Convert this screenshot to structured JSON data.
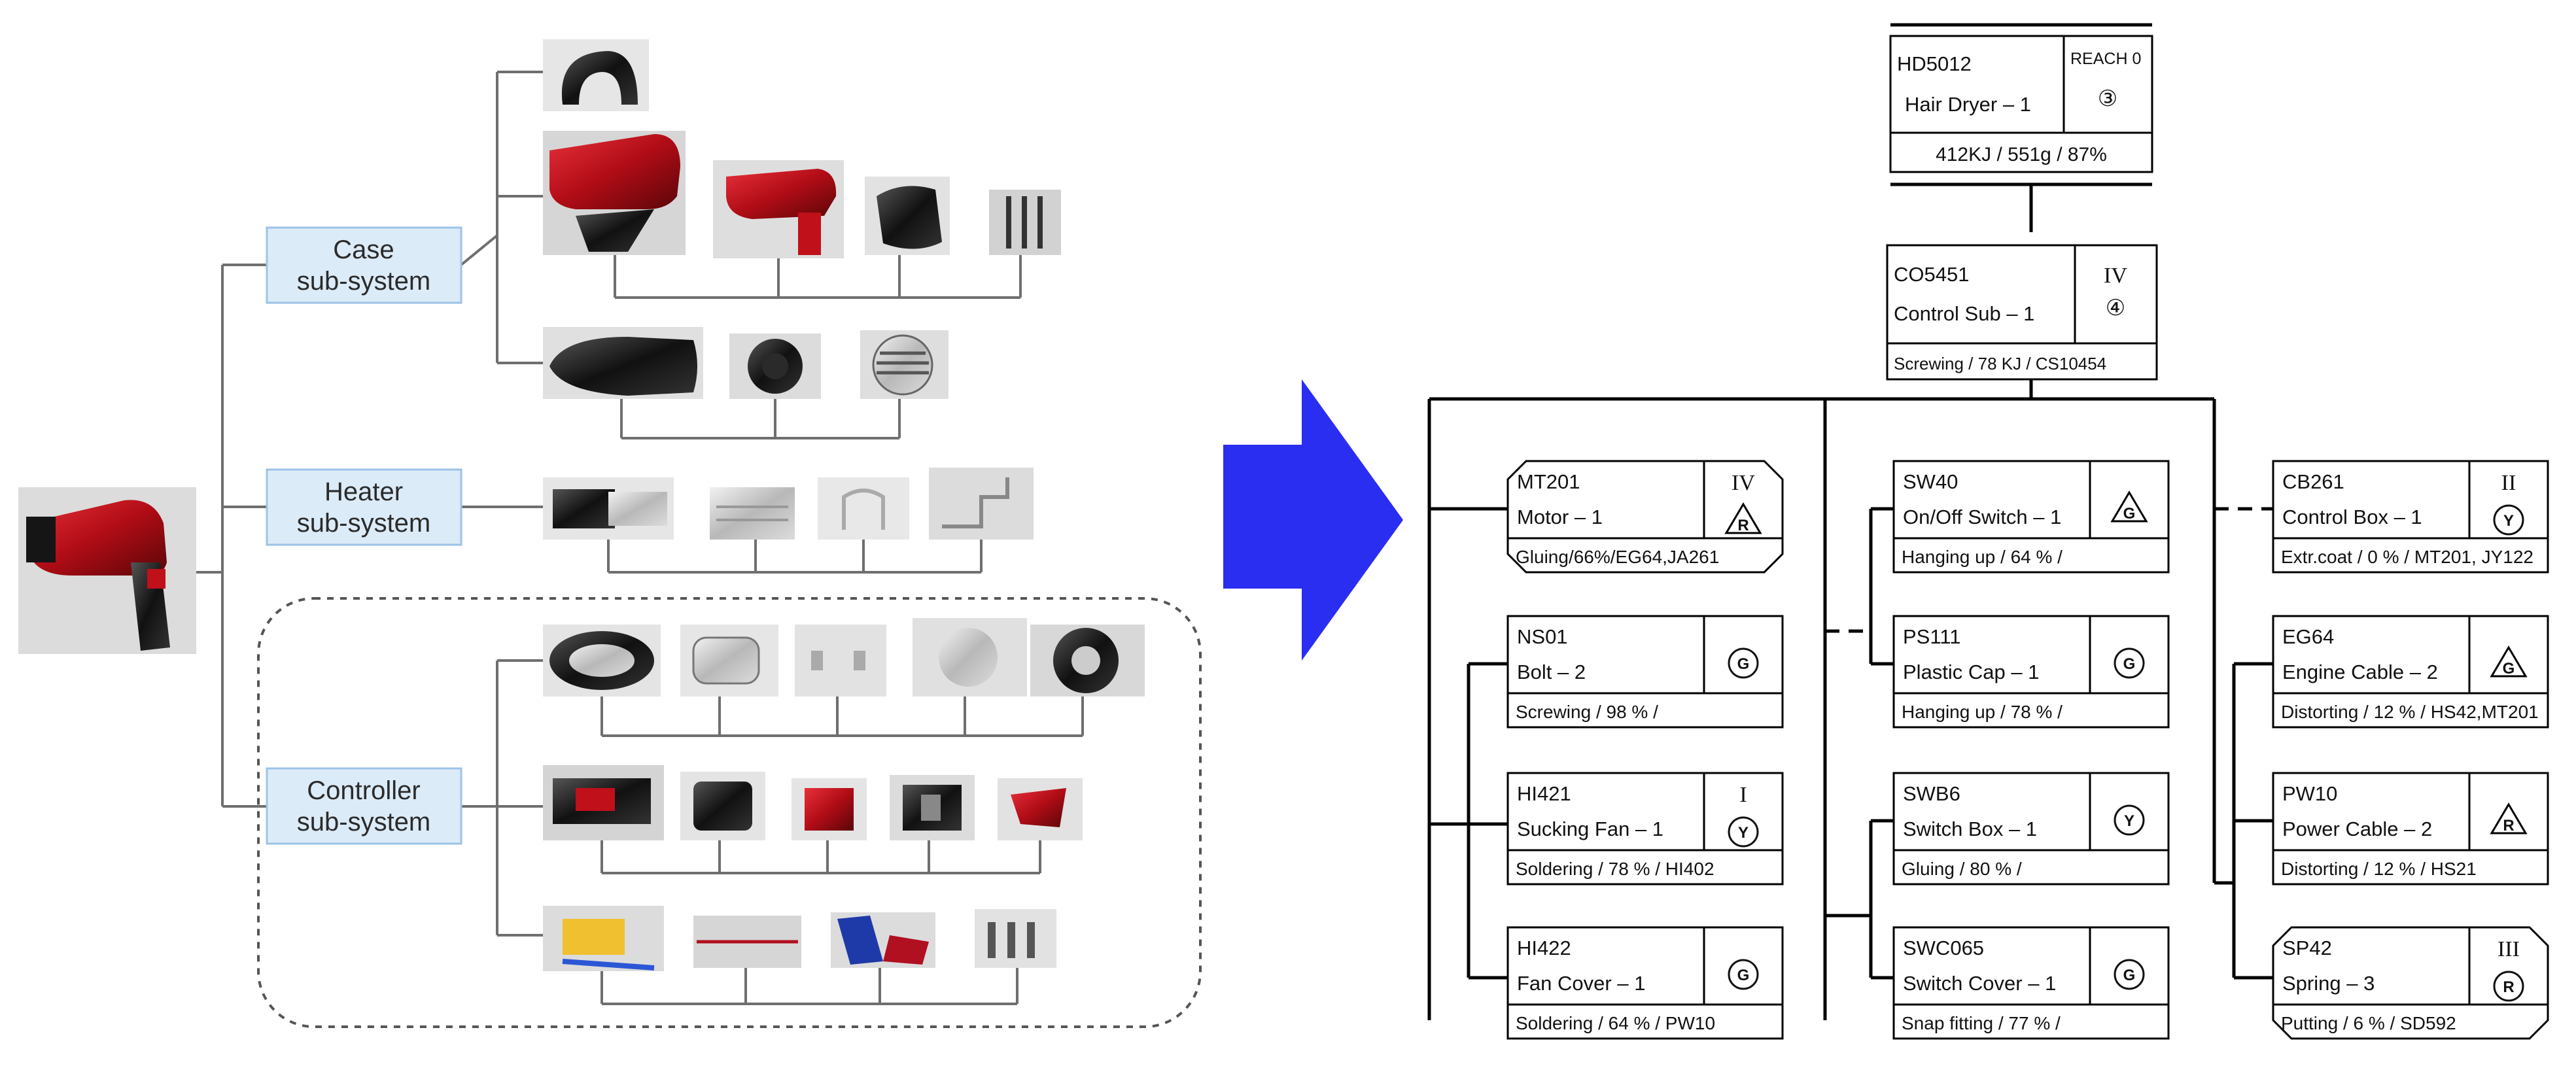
{
  "left_tree": {
    "subsystems": [
      {
        "id": "case",
        "line1": "Case",
        "line2": "sub-system"
      },
      {
        "id": "heater",
        "line1": "Heater",
        "line2": "sub-system"
      },
      {
        "id": "controller",
        "line1": "Controller",
        "line2": "sub-system"
      }
    ]
  },
  "colors": {
    "arrow": "#2a2ef0",
    "subsystem_fill": "#dcebf8",
    "subsystem_border": "#9cc3e6",
    "part_red": "#c0101a"
  },
  "right_tree": {
    "root": {
      "code": "HD5012",
      "label": "Hair Dryer –  1",
      "reach": "REACH  0",
      "symbol": "③",
      "footer": "412KJ / 551g / 87%"
    },
    "control": {
      "code": "CO5451",
      "label": "Control Sub –  1",
      "cls": "IV",
      "symbol": "④",
      "footer": "Screwing / 78 KJ  / CS10454"
    },
    "nodes": [
      {
        "id": "mt201",
        "code": "MT201",
        "label": "Motor –  1",
        "cls": "IV",
        "sym": "R",
        "shape": "triangle",
        "footer": "Gluing/66%/EG64,JA261"
      },
      {
        "id": "ns01",
        "code": "NS01",
        "label": "Bolt –  2",
        "cls": "",
        "sym": "G",
        "shape": "circle",
        "footer": "Screwing / 98 % /"
      },
      {
        "id": "hi421",
        "code": "HI421",
        "label": "Sucking Fan –  1",
        "cls": "I",
        "sym": "Y",
        "shape": "circle",
        "footer": "Soldering / 78 % / HI402"
      },
      {
        "id": "hi422",
        "code": "HI422",
        "label": "Fan Cover –  1",
        "cls": "",
        "sym": "G",
        "shape": "circle",
        "footer": "Soldering / 64 % / PW10"
      },
      {
        "id": "sw40",
        "code": "SW40",
        "label": "On/Off Switch –  1",
        "cls": "",
        "sym": "G",
        "shape": "triangle",
        "footer": "Hanging up / 64 %  /"
      },
      {
        "id": "ps111",
        "code": "PS111",
        "label": "Plastic Cap –  1",
        "cls": "",
        "sym": "G",
        "shape": "circle",
        "footer": "Hanging up / 78 %  /"
      },
      {
        "id": "swb6",
        "code": "SWB6",
        "label": "Switch Box –  1",
        "cls": "",
        "sym": "Y",
        "shape": "circle",
        "footer": "Gluing / 80 %  /"
      },
      {
        "id": "swc065",
        "code": "SWC065",
        "label": "Switch Cover –  1",
        "cls": "",
        "sym": "G",
        "shape": "circle",
        "footer": "Snap fitting / 77 %  /"
      },
      {
        "id": "cb261",
        "code": "CB261",
        "label": "Control Box –  1",
        "cls": "II",
        "sym": "Y",
        "shape": "circle",
        "footer": "Extr.coat / 0 % / MT201, JY122"
      },
      {
        "id": "eg64",
        "code": "EG64",
        "label": "Engine Cable –  2",
        "cls": "",
        "sym": "G",
        "shape": "triangle",
        "footer": "Distorting / 12 % / HS42,MT201"
      },
      {
        "id": "pw10",
        "code": "PW10",
        "label": "Power Cable –  2",
        "cls": "",
        "sym": "R",
        "shape": "triangle",
        "footer": "Distorting / 12 % / HS21"
      },
      {
        "id": "sp42",
        "code": "SP42",
        "label": "Spring –  3",
        "cls": "III",
        "sym": "R",
        "shape": "circle",
        "footer": "Putting / 6 % / SD592"
      }
    ]
  }
}
